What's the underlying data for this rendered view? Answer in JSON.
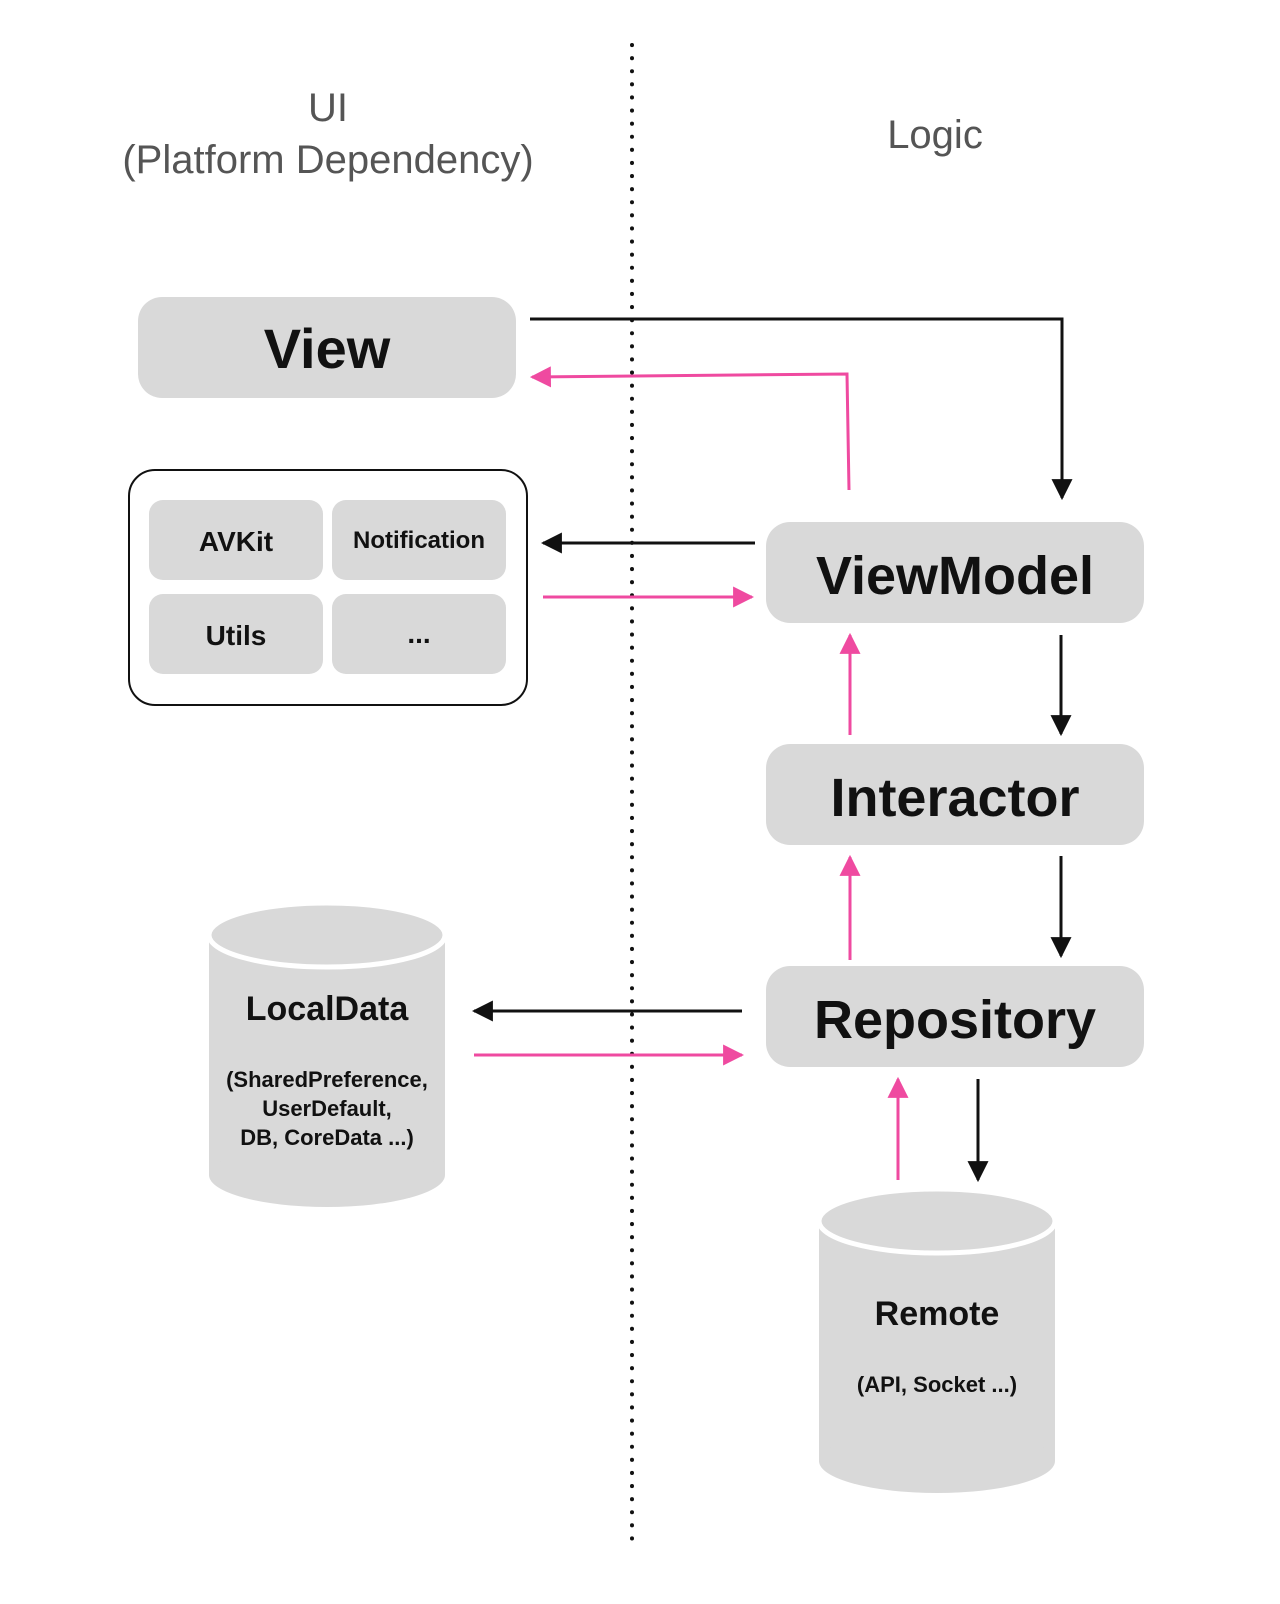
{
  "headers": {
    "ui_line1": "UI",
    "ui_line2": "(Platform Dependency)",
    "logic": "Logic"
  },
  "components": {
    "view": "View",
    "viewmodel": "ViewModel",
    "interactor": "Interactor",
    "repository": "Repository"
  },
  "platform_modules": {
    "avkit": "AVKit",
    "notification": "Notification",
    "utils": "Utils",
    "more": "..."
  },
  "local_data": {
    "title": "LocalData",
    "line1": "(SharedPreference,",
    "line2": "UserDefault,",
    "line3": "DB, CoreData ...)"
  },
  "remote": {
    "title": "Remote",
    "line1": "(API, Socket ...)"
  },
  "colors": {
    "box_fill": "#d9d9d9",
    "request_arrow": "#111111",
    "response_arrow": "#ef4aa0",
    "divider": "#111111"
  }
}
